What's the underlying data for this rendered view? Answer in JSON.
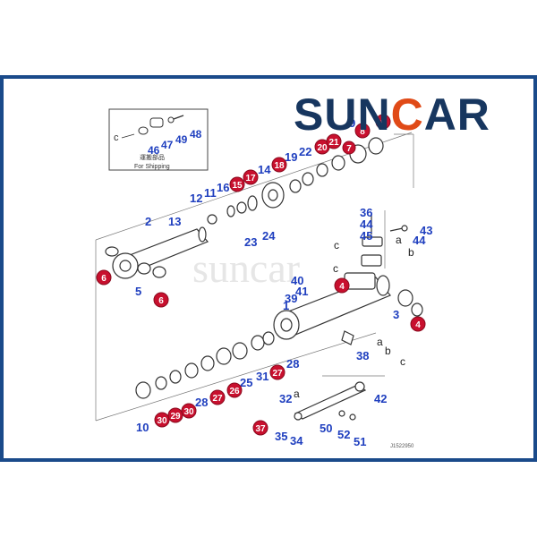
{
  "brand": {
    "word_left": "SUN",
    "letter_mid": "C",
    "word_right": "AR",
    "color_navy": "#17365f",
    "color_orange": "#e04a17"
  },
  "watermark": "suncar",
  "drawing_code": "J1522950",
  "inset": {
    "title_jp": "運搬部品",
    "title_en": "For Shipping",
    "letter": "c",
    "labels": [
      "46",
      "47",
      "49",
      "48"
    ]
  },
  "frame_color": "#1a4a8a",
  "label_color": "#1f3fbf",
  "highlight_color": "#c8102e",
  "part_labels": [
    "2",
    "13",
    "12",
    "11",
    "16",
    "14",
    "19",
    "22",
    "23",
    "24",
    "3",
    "36",
    "44",
    "45",
    "43",
    "44",
    "40",
    "41",
    "39",
    "1",
    "38",
    "42",
    "5",
    "10",
    "28",
    "25",
    "31",
    "28",
    "32",
    "35",
    "34",
    "50",
    "52",
    "51",
    "9"
  ],
  "highlighted_parts": [
    "6",
    "6",
    "15",
    "17",
    "18",
    "20",
    "21",
    "8",
    "8",
    "4",
    "4",
    "27",
    "26",
    "27",
    "30",
    "29",
    "30",
    "37",
    "7"
  ],
  "letters": [
    "c",
    "a",
    "b",
    "a",
    "b",
    "c",
    "a",
    "c"
  ]
}
